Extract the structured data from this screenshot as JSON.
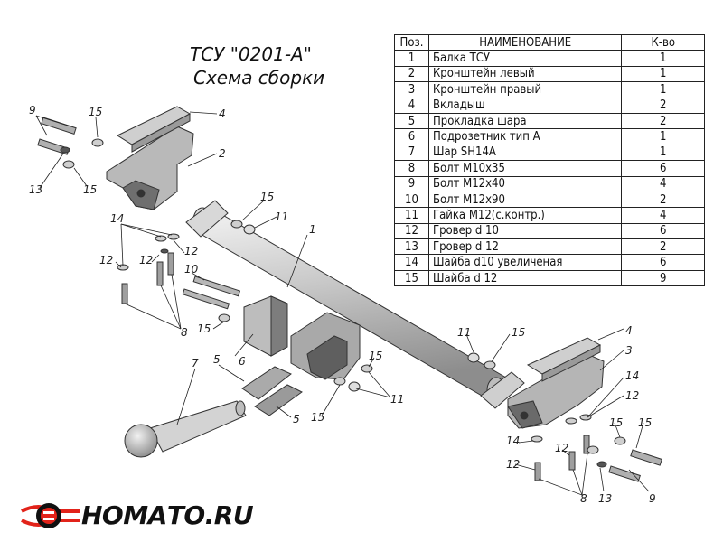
{
  "header": {
    "title": "ТСУ \"0201-А\"",
    "subtitle": "Схема сборки"
  },
  "spec_table": {
    "headers": [
      "Поз.",
      "НАИМЕНОВАНИЕ",
      "К-во"
    ],
    "rows": [
      {
        "pos": "1",
        "name": "Балка ТСУ",
        "qty": "1"
      },
      {
        "pos": "2",
        "name": "Кронштейн левый",
        "qty": "1"
      },
      {
        "pos": "3",
        "name": "Кронштейн правый",
        "qty": "1"
      },
      {
        "pos": "4",
        "name": "Вкладыш",
        "qty": "2"
      },
      {
        "pos": "5",
        "name": "Прокладка шара",
        "qty": "2"
      },
      {
        "pos": "6",
        "name": "Подрозетник тип А",
        "qty": "1"
      },
      {
        "pos": "7",
        "name": "Шар SH14A",
        "qty": "1"
      },
      {
        "pos": "8",
        "name": "Болт М10х35",
        "qty": "6"
      },
      {
        "pos": "9",
        "name": "Болт М12х40",
        "qty": "4"
      },
      {
        "pos": "10",
        "name": "Болт М12х90",
        "qty": "2"
      },
      {
        "pos": "11",
        "name": "Гайка М12(с.контр.)",
        "qty": "4"
      },
      {
        "pos": "12",
        "name": "Гровер d 10",
        "qty": "6"
      },
      {
        "pos": "13",
        "name": "Гровер d 12",
        "qty": "2"
      },
      {
        "pos": "14",
        "name": "Шайба d10 увеличеная",
        "qty": "6"
      },
      {
        "pos": "15",
        "name": "Шайба d 12",
        "qty": "9"
      }
    ]
  },
  "callouts": {
    "c9a": "9",
    "c15a": "15",
    "c4a": "4",
    "c2": "2",
    "c13": "13",
    "c15b": "15",
    "c15c": "15",
    "c11a": "11",
    "c1": "1",
    "c14a": "14",
    "c12a": "12",
    "c12b": "12",
    "c12c": "12",
    "c10": "10",
    "c15d": "15",
    "c8a": "8",
    "c7": "7",
    "c5a": "5",
    "c6": "6",
    "c5b": "5",
    "c15e": "15",
    "c15f": "15",
    "c11b": "11",
    "c11c": "11",
    "c15g": "15",
    "c4b": "4",
    "c3": "3",
    "c14b": "14",
    "c12d": "12",
    "c15h": "15",
    "c15i": "15",
    "c14c": "14",
    "c12e": "12",
    "c12f": "12",
    "c8b": "8",
    "c13b": "13",
    "c9b": "9"
  },
  "brand": {
    "logo_text": "НОМАТО.RU",
    "accent_color": "#e2231a",
    "logo_icon": "homato-wing-logo"
  }
}
